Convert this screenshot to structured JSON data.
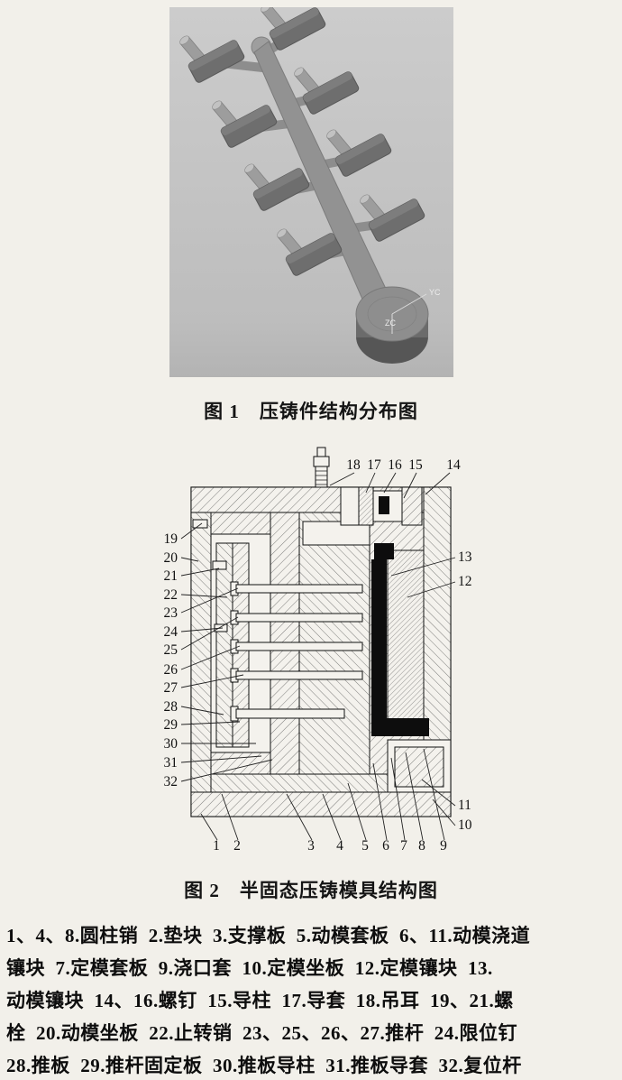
{
  "page": {
    "background": "#f2f0ea"
  },
  "figure1": {
    "caption": "图 1　压铸件结构分布图",
    "axis_labels": {
      "yc": "YC",
      "zc": "ZC"
    }
  },
  "figure2": {
    "caption": "图 2　半固态压铸模具结构图",
    "callouts": {
      "top": [
        "18",
        "17",
        "16",
        "15",
        "14"
      ],
      "left": [
        "19",
        "20",
        "21",
        "22",
        "23",
        "24",
        "25",
        "26",
        "27",
        "28",
        "29",
        "30",
        "31",
        "32"
      ],
      "right": [
        "13",
        "12"
      ],
      "right_bottom": [
        "11",
        "10"
      ],
      "bottom": [
        "1",
        "2",
        "3",
        "4",
        "5",
        "6",
        "7",
        "8",
        "9"
      ]
    }
  },
  "legend": {
    "lines": [
      "1、4、8.圆柱销  2.垫块  3.支撑板  5.动模套板  6、11.动模浇道",
      "镶块  7.定模套板  9.浇口套  10.定模坐板  12.定模镶块  13.",
      "动模镶块  14、16.螺钉  15.导柱  17.导套  18.吊耳  19、21.螺",
      "栓  20.动模坐板  22.止转销  23、25、26、27.推杆  24.限位钉",
      "28.推板  29.推杆固定板  30.推板导柱  31.推板导套  32.复位杆"
    ]
  }
}
